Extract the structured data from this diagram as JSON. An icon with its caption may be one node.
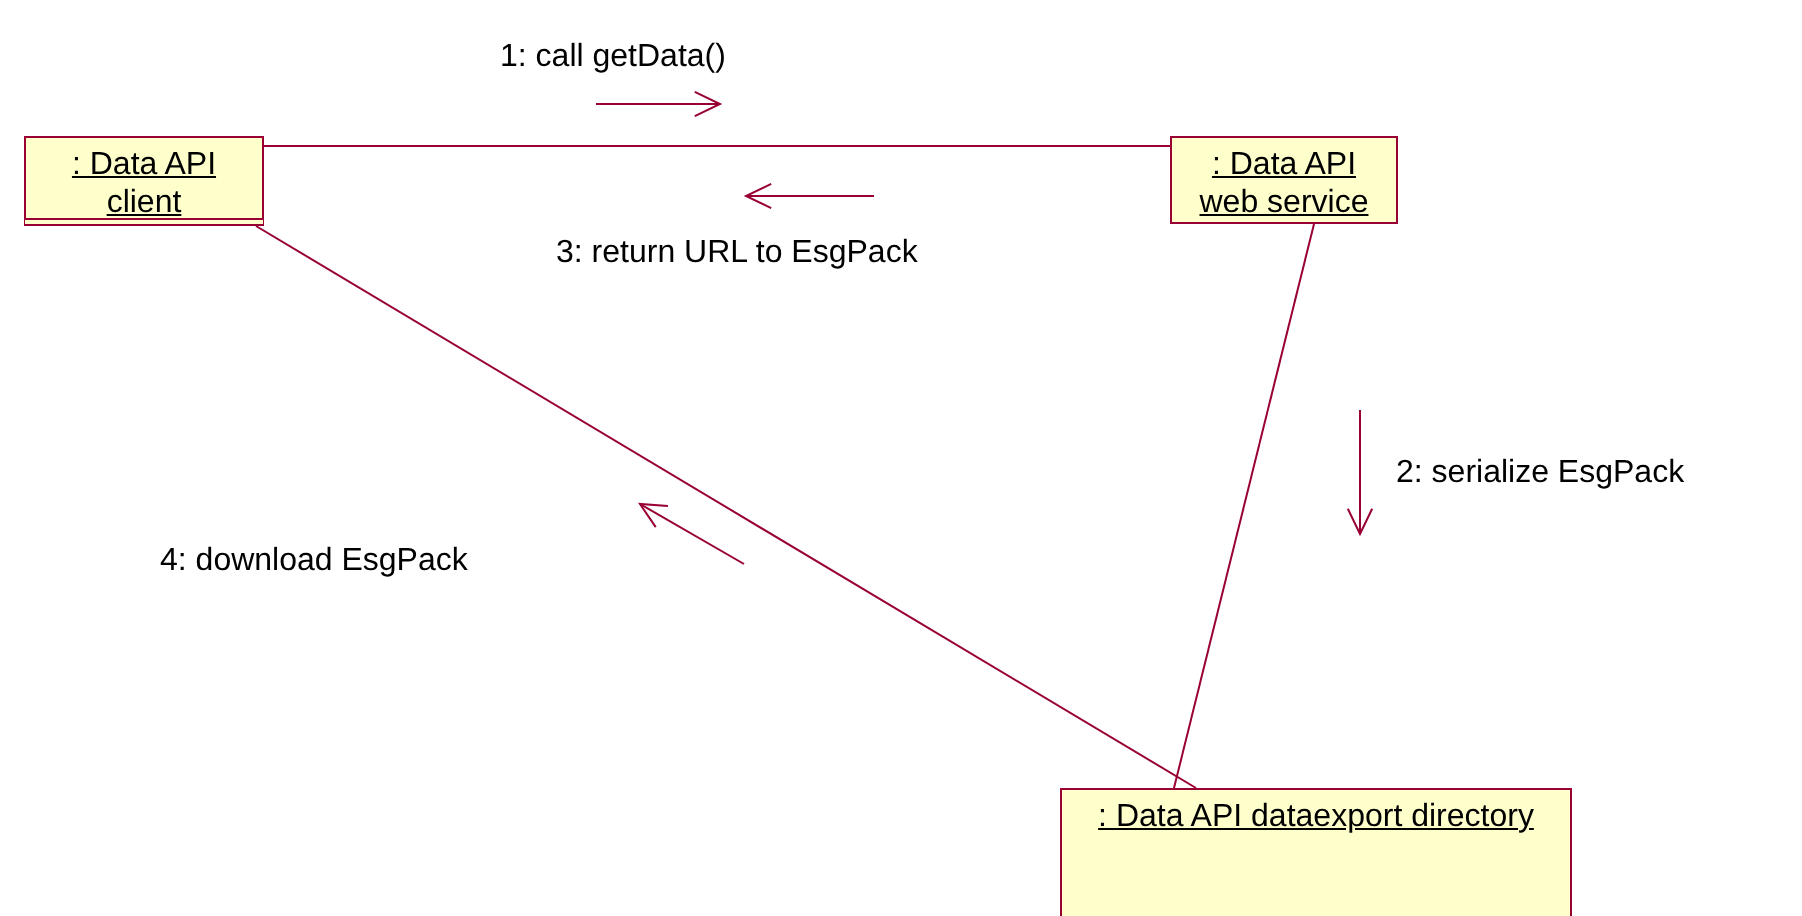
{
  "diagram": {
    "nodes": [
      {
        "text": [
          ": Data API client"
        ]
      },
      {
        "text": [
          ": Data API web service"
        ]
      },
      {
        "text": [
          ": Data API dataexport directory"
        ]
      }
    ],
    "edges": [
      {
        "from": 0,
        "to": 1,
        "arrow": "none"
      },
      {
        "from": 1,
        "to": 2,
        "arrow": "none"
      },
      {
        "from": 0,
        "to": 2,
        "arrow": "none"
      }
    ],
    "labels": [
      "1: call getData()",
      "3: return URL to EsgPack",
      "2: serialize EsgPack",
      "4: download EsgPack"
    ]
  }
}
